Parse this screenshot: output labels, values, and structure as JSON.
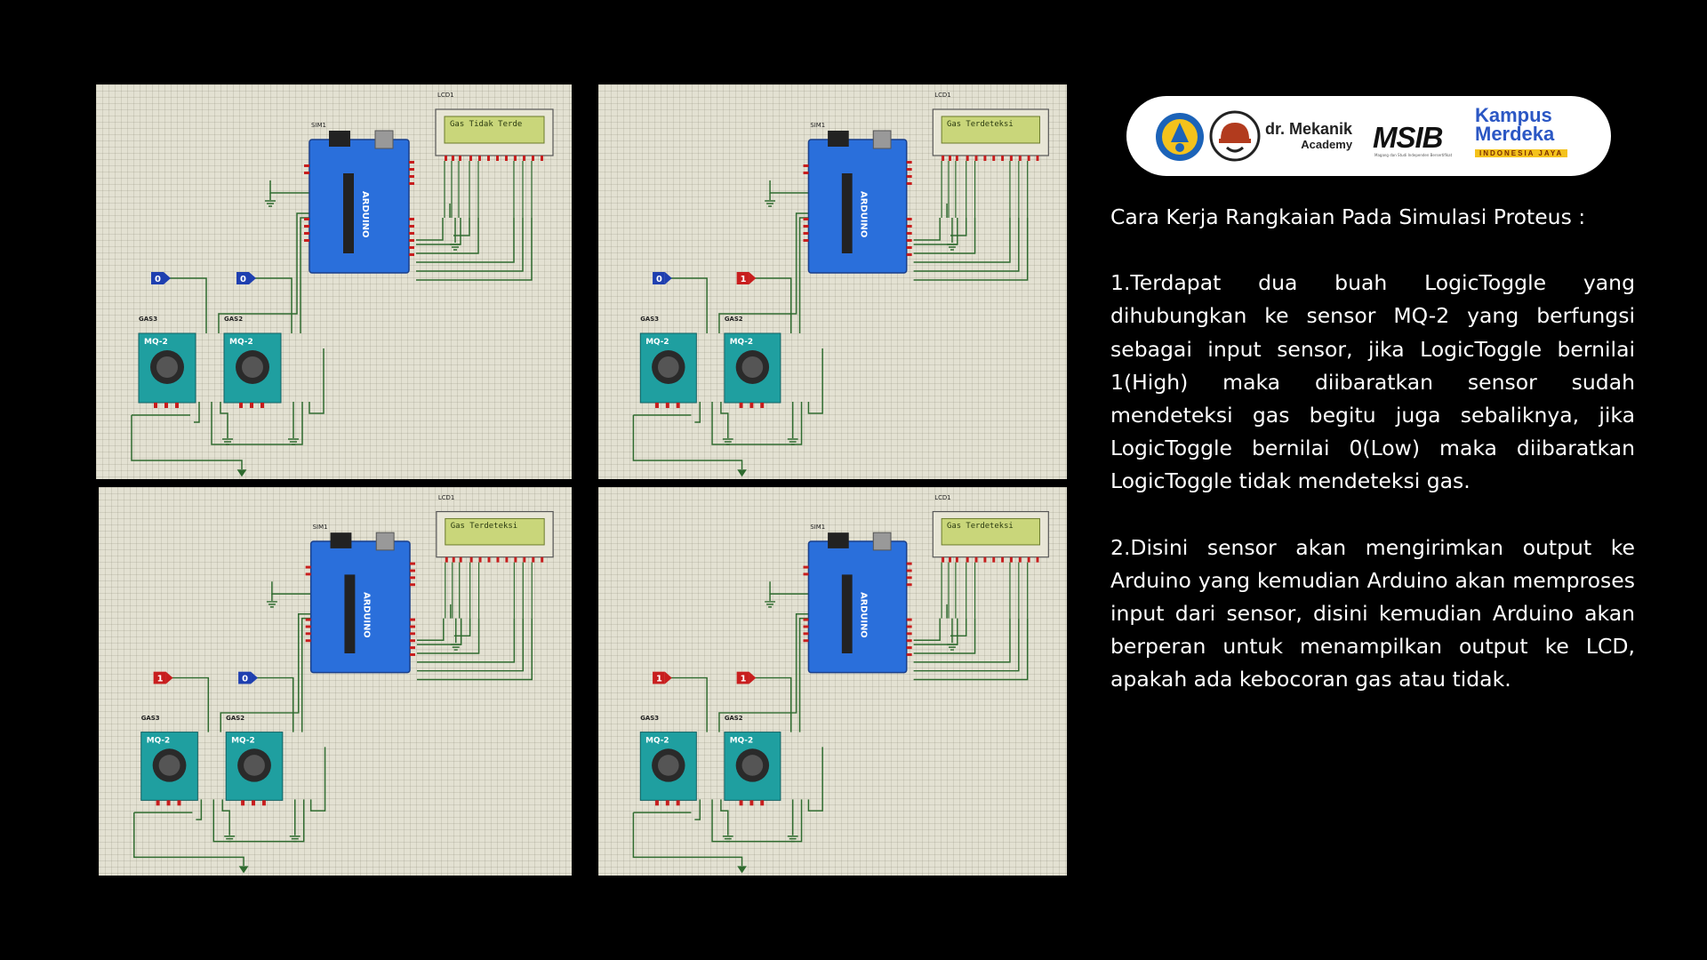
{
  "logos": {
    "tut_wuri": "tut-wuri-handayani-logo",
    "dr_mekanik_name": "dr. Mekanik",
    "dr_mekanik_sub": "Academy",
    "msib": "MSIB",
    "msib_tagline": "Magang dan Studi Independen Bersertifikat",
    "kampus_line1": "Kampus",
    "kampus_line2": "Merdeka",
    "kampus_line3": "INDONESIA JAYA"
  },
  "colors": {
    "background": "#000000",
    "schematic_bg": "#e3e1d2",
    "wire": "#2f6b2f",
    "arduino": "#2a6fdb",
    "sensor": "#1f9fa0",
    "lcd_screen": "#c9d67a",
    "toggle_low": "#1e3fb0",
    "toggle_high": "#c81e1e",
    "text": "#ffffff"
  },
  "schematics": [
    {
      "lcd_ref": "LCD1",
      "lcd_text": "Gas Tidak Terde",
      "arduino_ref": "SIM1",
      "arduino_label": "ARDUINO",
      "toggles": [
        "0",
        "0"
      ],
      "sensors": [
        "GAS3",
        "GAS2"
      ],
      "sensor_type": "MQ-2"
    },
    {
      "lcd_ref": "LCD1",
      "lcd_text": "Gas Terdeteksi",
      "arduino_ref": "SIM1",
      "arduino_label": "ARDUINO",
      "toggles": [
        "0",
        "1"
      ],
      "sensors": [
        "GAS3",
        "GAS2"
      ],
      "sensor_type": "MQ-2"
    },
    {
      "lcd_ref": "LCD1",
      "lcd_text": "Gas Terdeteksi",
      "arduino_ref": "SIM1",
      "arduino_label": "ARDUINO",
      "toggles": [
        "1",
        "0"
      ],
      "sensors": [
        "GAS3",
        "GAS2"
      ],
      "sensor_type": "MQ-2"
    },
    {
      "lcd_ref": "LCD1",
      "lcd_text": "Gas Terdeteksi",
      "arduino_ref": "SIM1",
      "arduino_label": "ARDUINO",
      "toggles": [
        "1",
        "1"
      ],
      "sensors": [
        "GAS3",
        "GAS2"
      ],
      "sensor_type": "MQ-2"
    }
  ],
  "content": {
    "title": "Cara Kerja Rangkaian Pada Simulasi Proteus :",
    "para1": "1.Terdapat dua buah LogicToggle yang dihubungkan ke sensor MQ-2 yang berfungsi sebagai input sensor, jika LogicToggle bernilai 1(High) maka diibaratkan sensor sudah mendeteksi gas begitu juga sebaliknya, jika LogicToggle bernilai 0(Low) maka diibaratkan LogicToggle tidak mendeteksi gas.",
    "para2": "2.Disini sensor akan mengirimkan output ke Arduino yang kemudian Arduino akan memproses input dari sensor, disini kemudian Arduino akan berperan untuk menampilkan output ke LCD, apakah ada kebocoran gas atau tidak."
  }
}
